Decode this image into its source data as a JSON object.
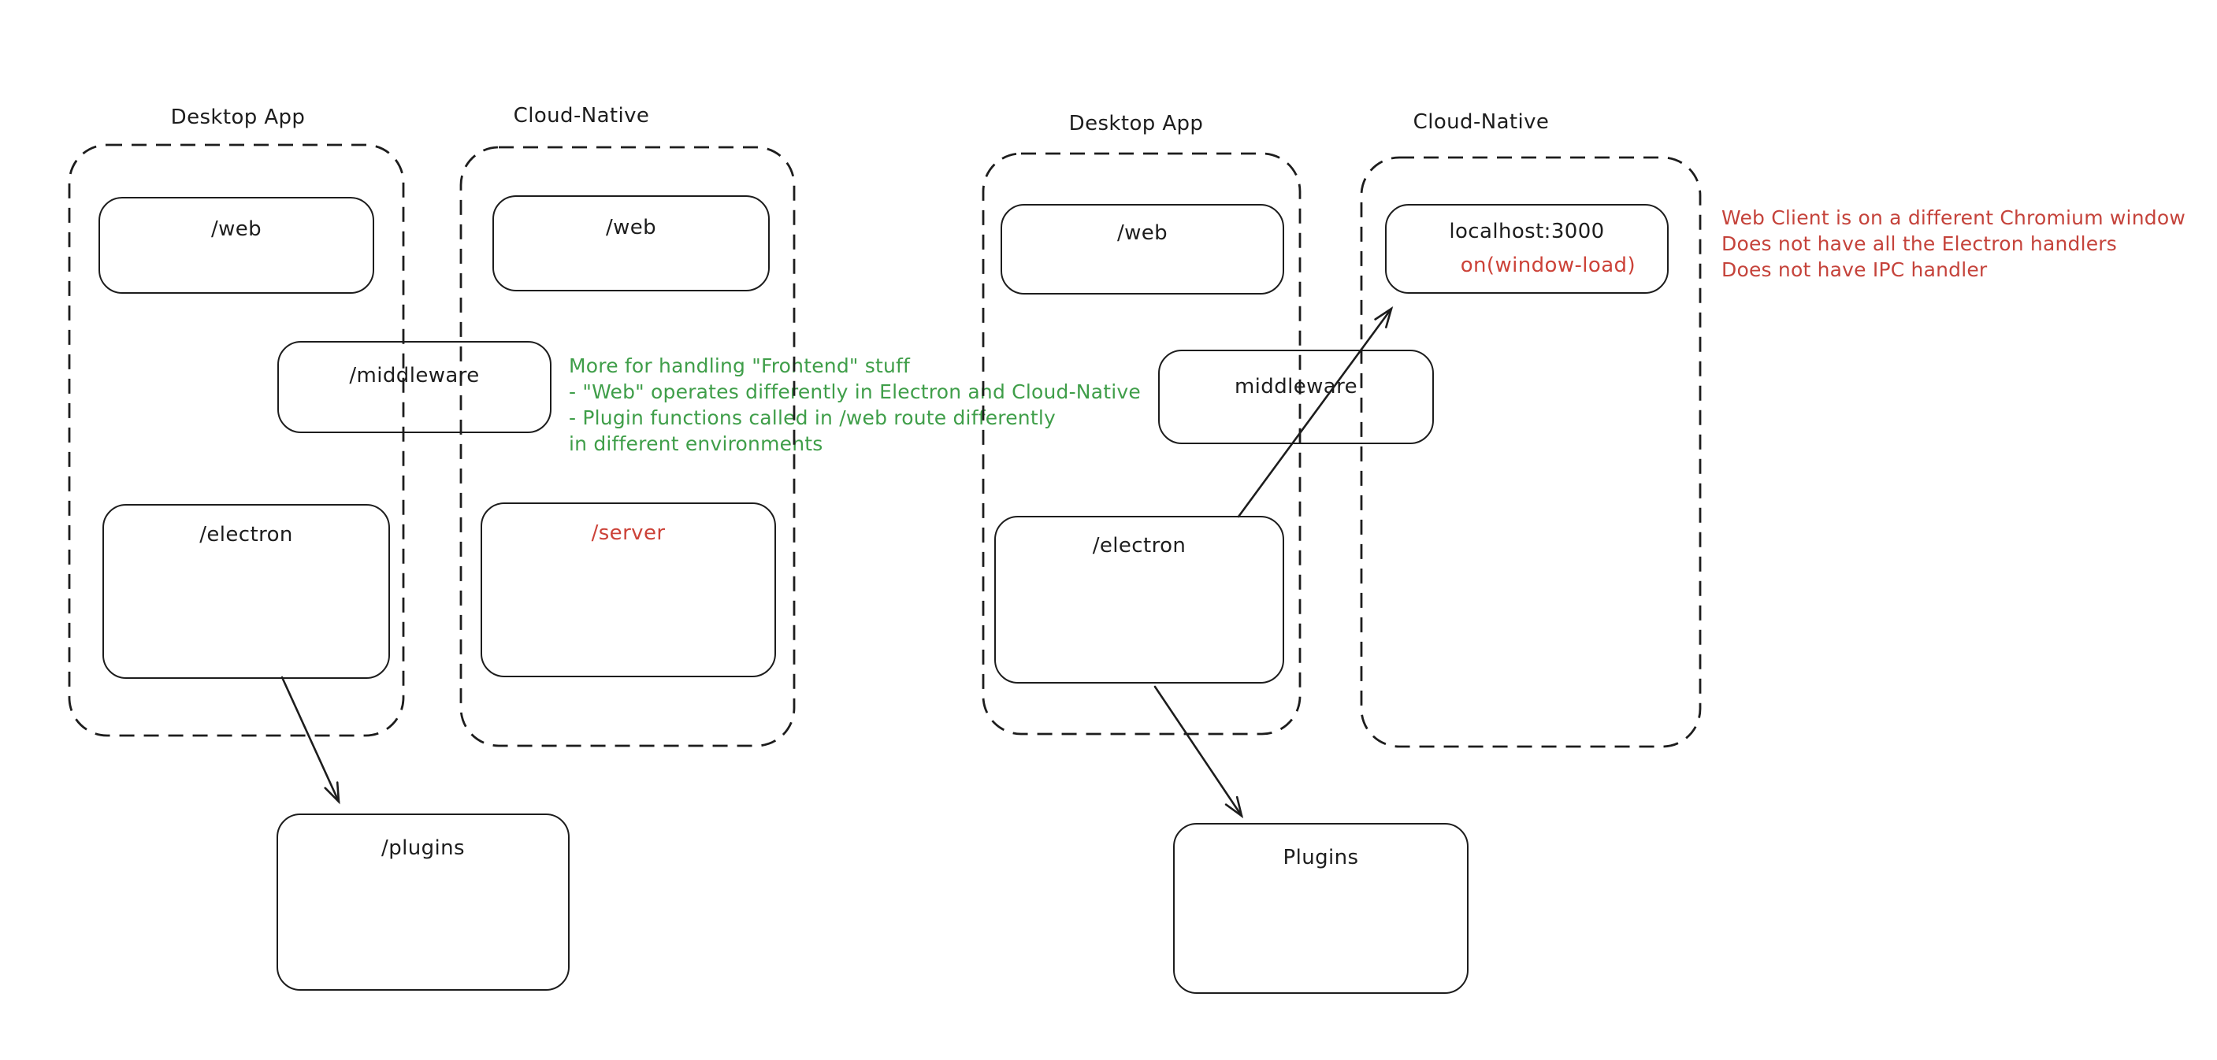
{
  "colors": {
    "ink": "#1d1d1d",
    "red": "#c5433b",
    "green": "#3f9e49",
    "background": "#ffffff"
  },
  "left": {
    "desktop_title": "Desktop App",
    "cloud_title": "Cloud-Native",
    "web_desktop": "/web",
    "web_cloud": "/web",
    "middleware": "/middleware",
    "electron": "/electron",
    "server": "/server",
    "plugins": "/plugins",
    "green_note": [
      "More for handling \"Frontend\" stuff",
      "- \"Web\" operates differently in Electron and Cloud-Native",
      "- Plugin functions called in /web route differently",
      "in different environments"
    ]
  },
  "right": {
    "desktop_title": "Desktop App",
    "cloud_title": "Cloud-Native",
    "web": "/web",
    "localhost": "localhost:3000",
    "on_window_load": "on(window-load)",
    "middleware": "middleware",
    "electron": "/electron",
    "plugins": "Plugins",
    "red_note": [
      "Web Client is on a different Chromium window",
      "Does not have all the Electron handlers",
      "Does not have IPC handler"
    ]
  }
}
